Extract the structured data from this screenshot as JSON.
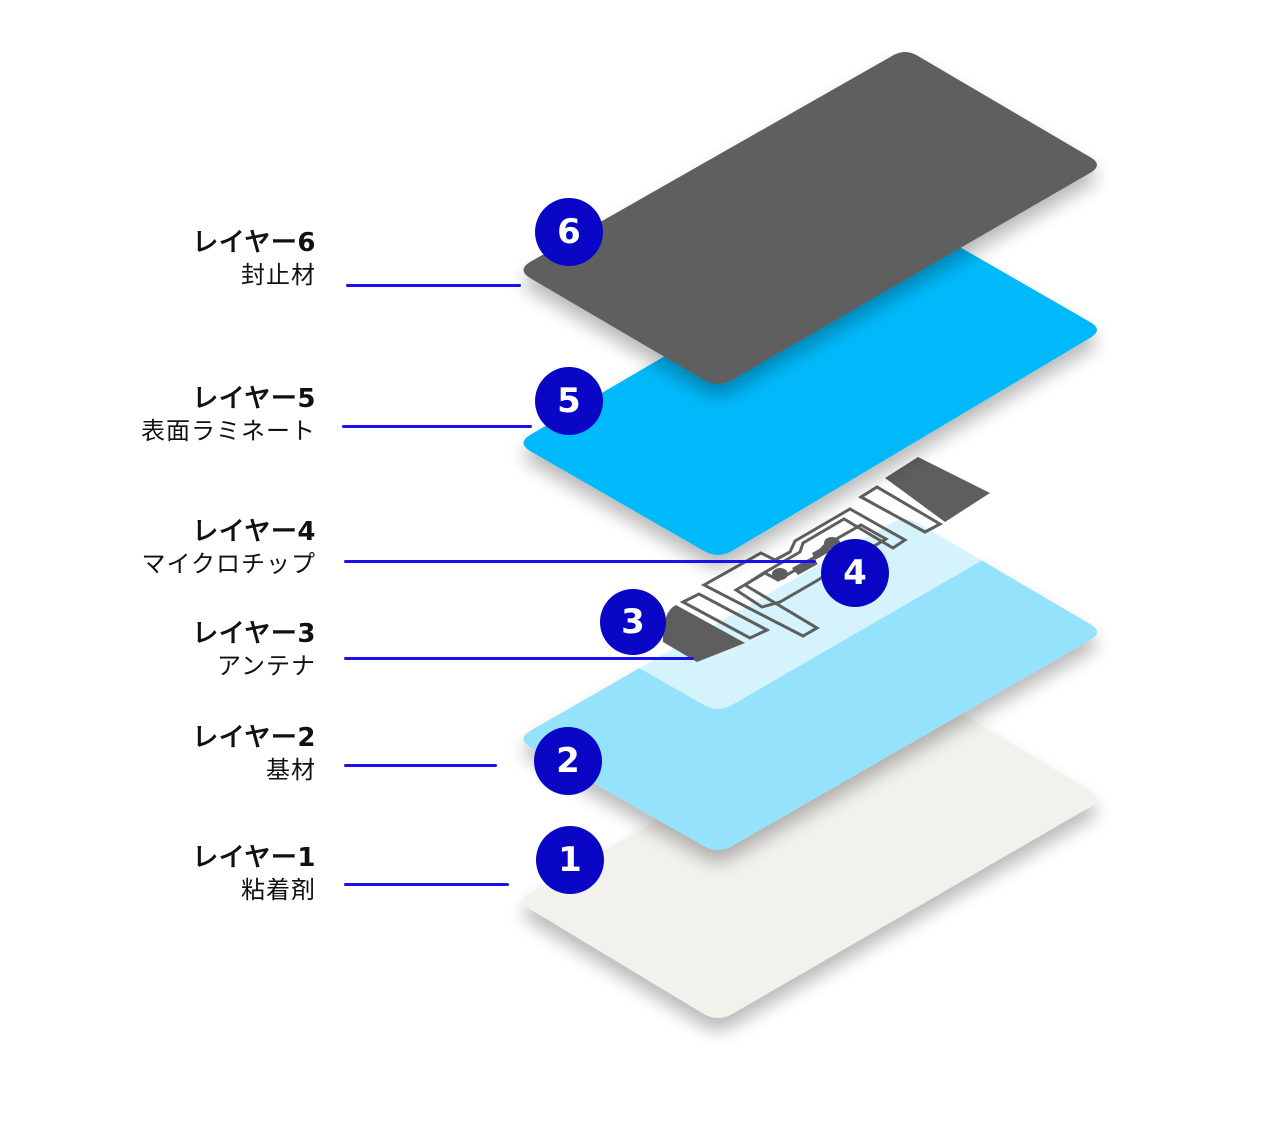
{
  "diagram": {
    "layers": [
      {
        "id": 6,
        "title": "レイヤー6",
        "name": "封止材",
        "badge": "6",
        "color": "#5e5e5e"
      },
      {
        "id": 5,
        "title": "レイヤー5",
        "name": "表面ラミネート",
        "badge": "5",
        "color": "#00b9fa"
      },
      {
        "id": 4,
        "title": "レイヤー4",
        "name": "マイクロチップ",
        "badge": "4",
        "color": "#5e5e5e"
      },
      {
        "id": 3,
        "title": "レイヤー3",
        "name": "アンテナ",
        "badge": "3",
        "color": "#5e5e5e"
      },
      {
        "id": 2,
        "title": "レイヤー2",
        "name": "基材",
        "badge": "2",
        "color": "#94e2fb"
      },
      {
        "id": 1,
        "title": "レイヤー1",
        "name": "粘着剤",
        "badge": "1",
        "color": "#f2f1ec"
      }
    ],
    "colors": {
      "badge": "#0a06c6",
      "leader_line": "#1a10ee",
      "antenna": "#5e5e5e",
      "antenna_base": "#ffffff"
    }
  }
}
